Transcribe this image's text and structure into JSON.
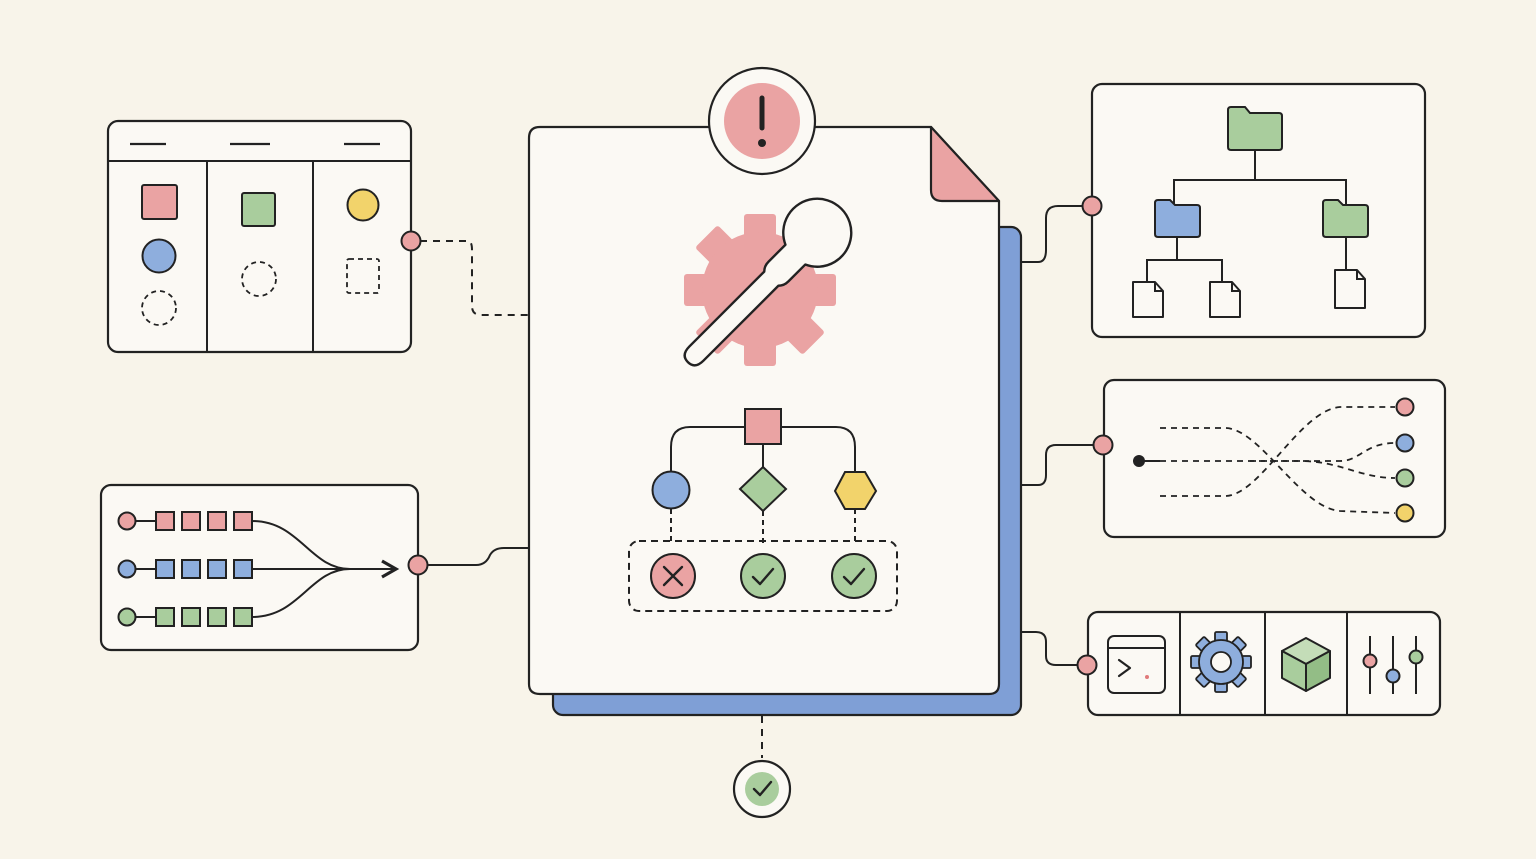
{
  "colors": {
    "background": "#f8f4ea",
    "paper": "#fbf9f4",
    "ink": "#222222",
    "red": "#eaa3a3",
    "blue": "#8eaedd",
    "green": "#a9cd9d",
    "yellow": "#f2d36b",
    "shadow_blue": "#7f9fd6"
  },
  "nodes": {
    "kanban_board": {
      "columns": [
        {
          "items": [
            "red-square",
            "blue-circle",
            "dashed-circle"
          ]
        },
        {
          "items": [
            "green-square",
            "dashed-circle"
          ]
        },
        {
          "items": [
            "yellow-circle",
            "dashed-square"
          ]
        }
      ]
    },
    "pipelines": {
      "rows": [
        "red",
        "blue",
        "green"
      ]
    },
    "central_document": {
      "alert_icon": "exclamation-icon",
      "center_icon": "gear-wrench-icon",
      "flow_shapes": [
        "blue-circle",
        "green-diamond",
        "yellow-hexagon"
      ],
      "results": [
        "fail-x-icon",
        "pass-check-icon",
        "pass-check-icon"
      ]
    },
    "file_tree": {
      "icons": [
        "folder-icon",
        "folder-icon",
        "folder-icon",
        "file-icon",
        "file-icon",
        "file-icon"
      ]
    },
    "routing_panel": {
      "outputs": [
        "red",
        "blue",
        "green",
        "yellow"
      ]
    },
    "tool_panel": {
      "tools": [
        "terminal-icon",
        "gear-icon",
        "cube-icon",
        "sliders-icon"
      ]
    },
    "final_status": {
      "icon": "check-icon"
    }
  }
}
